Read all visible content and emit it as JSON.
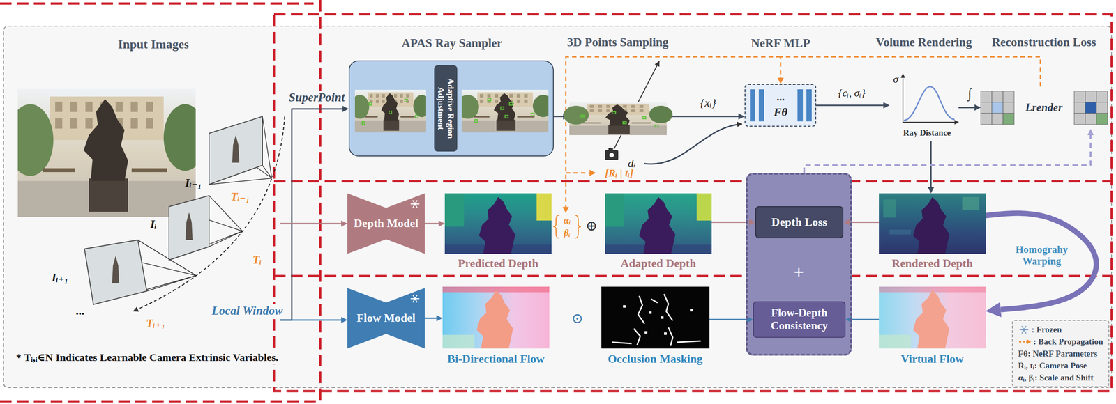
{
  "diagram": {
    "nodes": [
      {
        "text": [
          "Input Images"
        ]
      },
      {
        "text": [
          "APAS Ray Sampler"
        ]
      },
      {
        "text": [
          "Adaptive Region Adjustment"
        ],
        "in": 1
      },
      {
        "text": [
          "3D Points Sampling"
        ]
      },
      {
        "text": [
          "NeRF MLP",
          "...",
          "Fθ"
        ]
      },
      {
        "text": [
          "Volume Rendering",
          "σ",
          "Ray Distance"
        ]
      },
      {
        "text": [
          "Reconstruction Loss",
          "Lrender"
        ]
      },
      {
        "text": [
          "Depth Model"
        ]
      },
      {
        "text": [
          "Predicted Depth"
        ]
      },
      {
        "text": [
          "Adapted Depth"
        ]
      },
      {
        "text": [
          "+"
        ]
      },
      {
        "text": [
          "Depth Loss"
        ],
        "in": 10
      },
      {
        "text": [
          "Flow-Depth Consistency"
        ],
        "in": 10
      },
      {
        "text": [
          "Rendered Depth"
        ]
      },
      {
        "text": [
          "Flow Model"
        ]
      },
      {
        "text": [
          "Bi-Directional Flow"
        ]
      },
      {
        "text": [
          "Occlusion Masking"
        ]
      },
      {
        "text": [
          "Virtual Flow"
        ]
      }
    ],
    "edges": [
      {
        "from": 0,
        "to": 1,
        "arrow": "to",
        "label": "SuperPoint"
      },
      {
        "from": 1,
        "to": 3,
        "arrow": "to"
      },
      {
        "from": 3,
        "to": 4,
        "arrow": "to",
        "label": "{xᵢ}"
      },
      {
        "from": 4,
        "to": 5,
        "arrow": "to",
        "label": "{cᵢ, σᵢ}"
      },
      {
        "from": 5,
        "to": 6,
        "arrow": "to",
        "label": "∫"
      },
      {
        "from": 6,
        "to": 4,
        "arrow": "to"
      },
      {
        "from": 5,
        "to": 13,
        "arrow": "to"
      },
      {
        "from": 10,
        "to": 6,
        "arrow": "to"
      },
      {
        "from": 0,
        "to": 7,
        "arrow": "to"
      },
      {
        "from": 7,
        "to": 8,
        "arrow": "to"
      },
      {
        "from": 9,
        "to": 11,
        "arrow": "to"
      },
      {
        "from": 13,
        "to": 11,
        "arrow": "to"
      },
      {
        "from": 13,
        "to": 17,
        "arrow": "to",
        "label": "Homograhy Warping"
      },
      {
        "from": 0,
        "to": 14,
        "arrow": "to",
        "label": "Local Window"
      },
      {
        "from": 14,
        "to": 15,
        "arrow": "to"
      },
      {
        "from": 16,
        "to": 12,
        "arrow": "to"
      },
      {
        "from": 17,
        "to": 12,
        "arrow": "to"
      }
    ],
    "labels": [
      "dᵢ",
      "[Rᵢ | tᵢ]",
      "αᵢ",
      "βᵢ",
      "⊕",
      "⊙",
      "* Tᵢ,ᵢ∈N Indicates Learnable Camera Extrinsic Variables.",
      "Iᵢ₋₁",
      "Iᵢ",
      "Iᵢ₊₁",
      "Tᵢ₋₁",
      "Tᵢ",
      "...",
      "Tᵢ₊₁"
    ],
    "legend": [
      {
        "text": ": Frozen"
      },
      {
        "text": ": Back Propagation"
      },
      {
        "text": "Fθ: NeRF Parameters"
      },
      {
        "text": "Rᵢ, tᵢ: Camera Pose"
      },
      {
        "text": "αᵢ, βᵢ: Scale and Shift"
      }
    ]
  }
}
